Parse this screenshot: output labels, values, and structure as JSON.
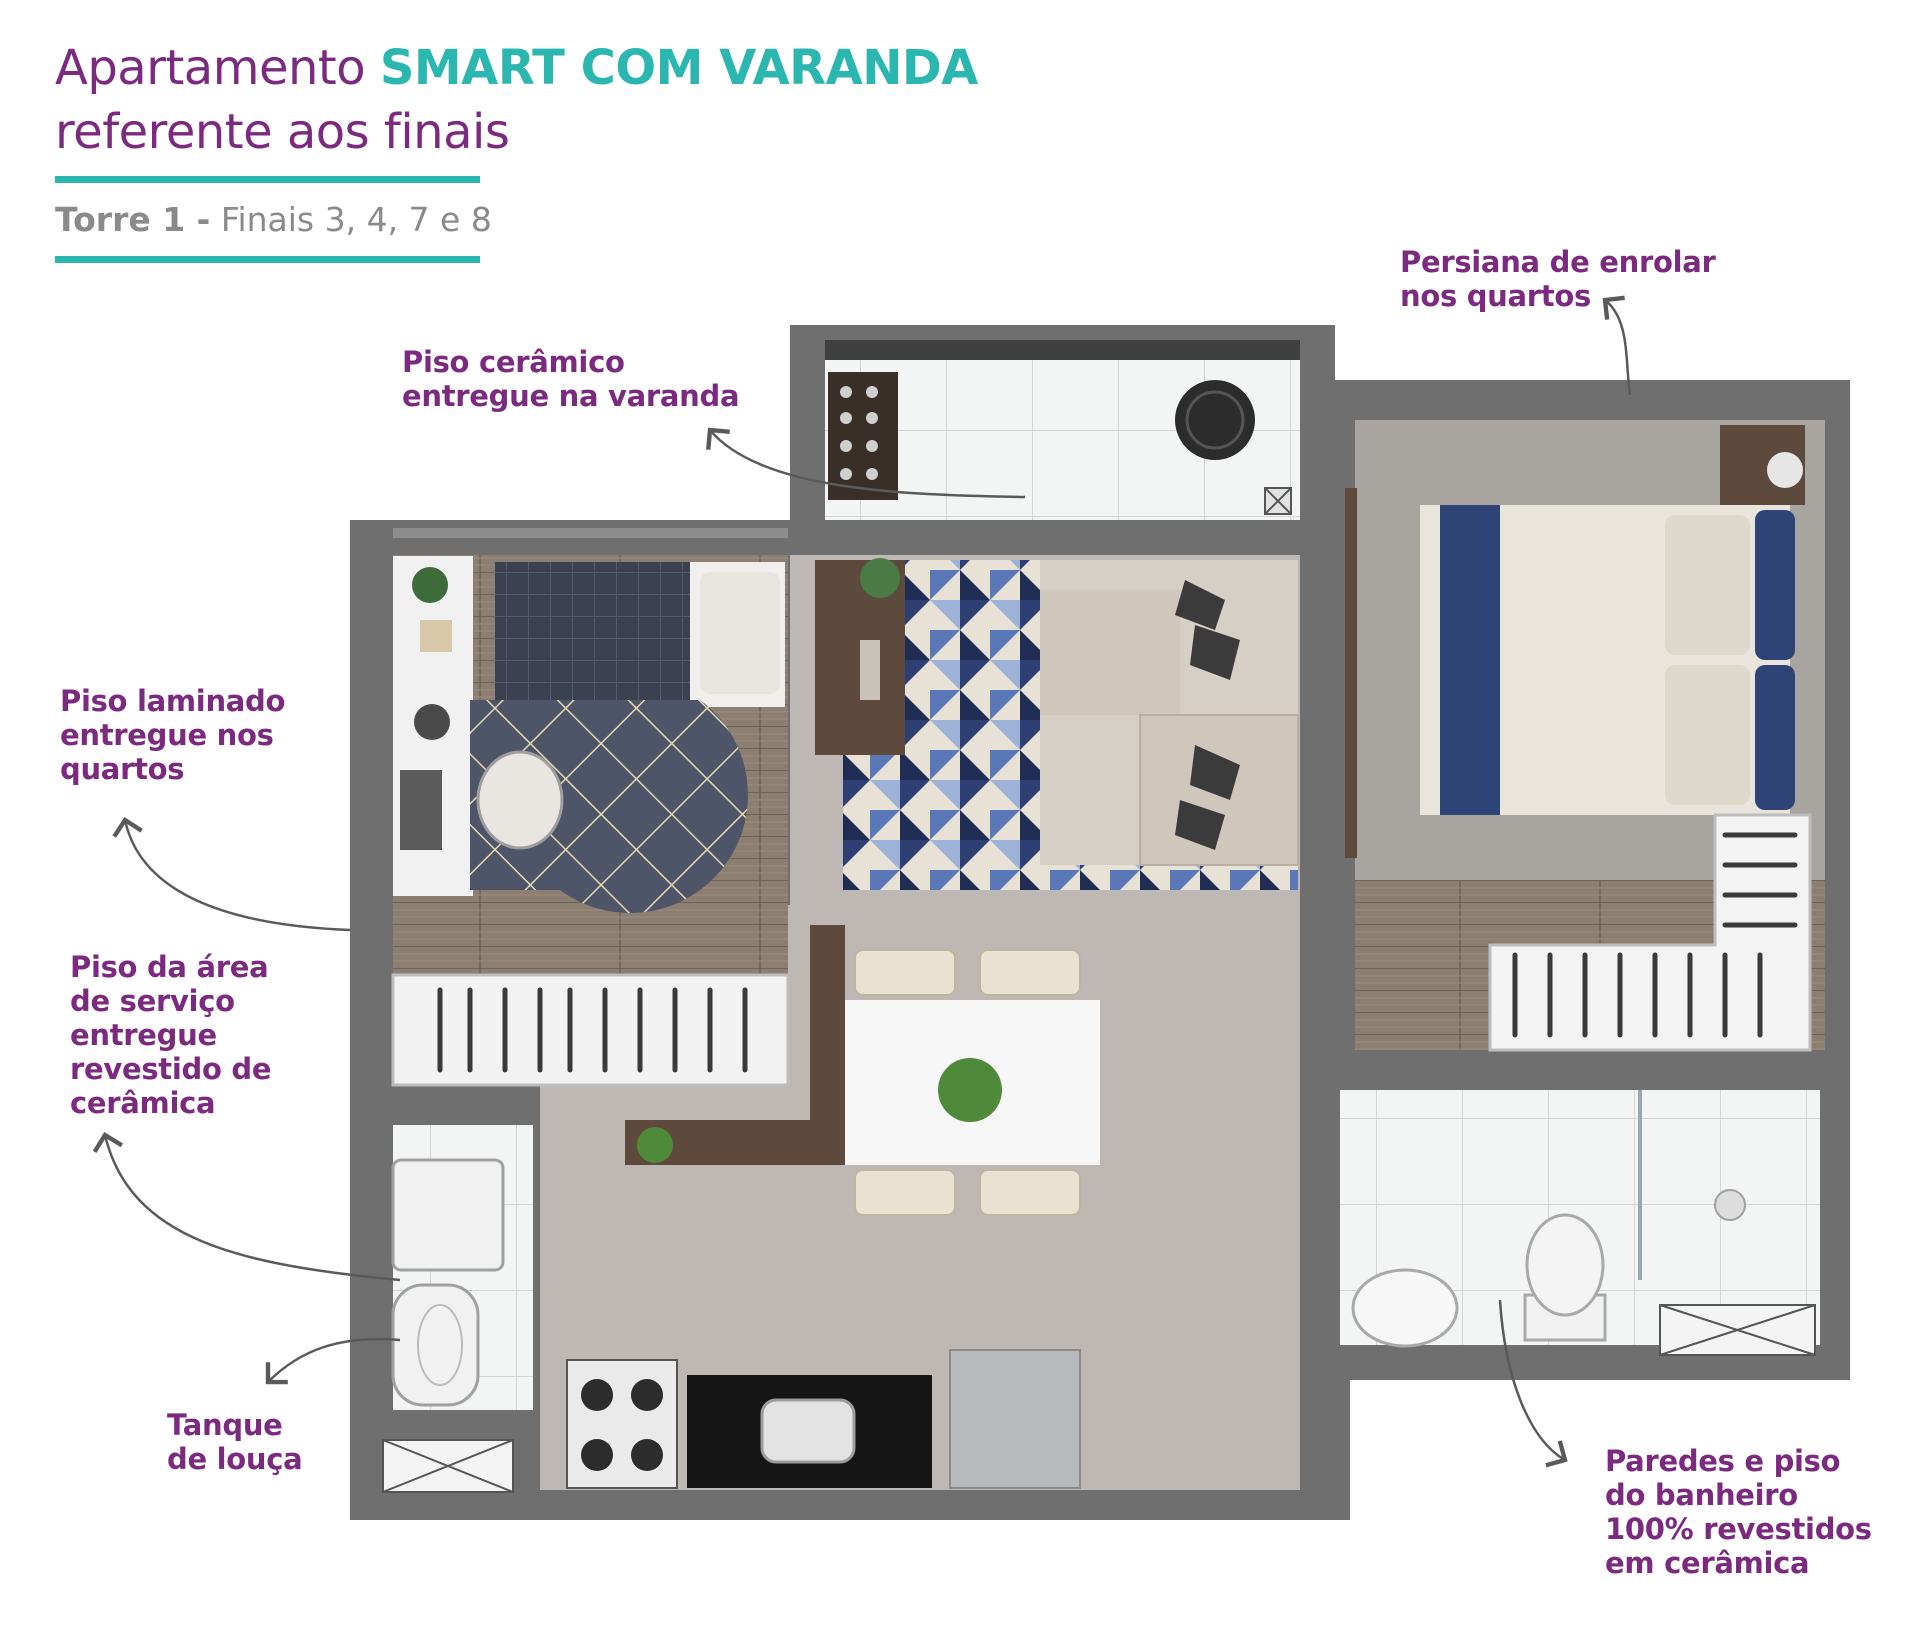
{
  "title": {
    "prefix": "Apartamento ",
    "accent": "SMART COM VARANDA",
    "line2": "referente aos finais"
  },
  "subtitle": {
    "tower": "Torre 1 -",
    "finals": " Finais 3, 4, 7 e 8"
  },
  "colors": {
    "brand_purple": "#7b2a7f",
    "brand_teal": "#2bb7b0",
    "wall": "#6f6f6f",
    "floor_concrete": "#bdb7b2",
    "floor_laminate": "#8a7b6c",
    "floor_ceramic": "#f1f2f2"
  },
  "notes": {
    "balcony": "Piso cerâmico\nentregue na varanda",
    "blinds": "Persiana de enrolar\nnos quartos",
    "laminate": "Piso laminado\nentregue nos\nquartos",
    "service": "Piso da área\nde serviço\nentregue\nrevestido de\ncerâmica",
    "tank": "Tanque\nde louça",
    "bathroom": "Paredes e piso\ndo banheiro\n100% revestidos\nem cerâmica"
  },
  "icons": [
    "arrow-icon",
    "plant-icon",
    "stove-icon",
    "sink-icon",
    "toilet-icon",
    "washing-machine-icon",
    "bed-icon",
    "sofa-icon",
    "table-icon",
    "wardrobe-icon",
    "fan-icon"
  ]
}
